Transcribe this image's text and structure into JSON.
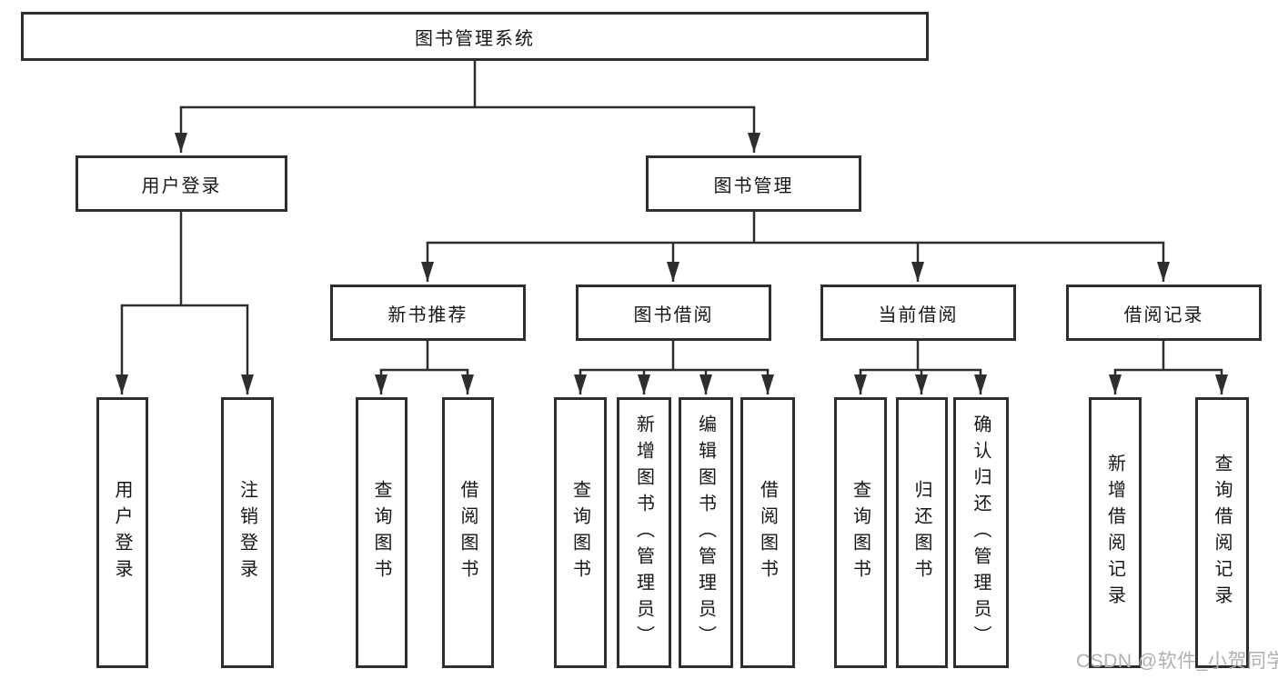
{
  "colors": {
    "line": "#2e2e2e",
    "box_border": "#2e2e2e",
    "text": "#161616",
    "watermark": "#b0b0b0",
    "background": "#ffffff"
  },
  "watermark": {
    "text": "CSDN @软件_小贺同学"
  },
  "tree": {
    "label": "图书管理系统",
    "children": [
      {
        "label": "用户登录",
        "children": [
          {
            "label": "用户登录"
          },
          {
            "label": "注销登录"
          }
        ]
      },
      {
        "label": "图书管理",
        "children": [
          {
            "label": "新书推荐",
            "children": [
              {
                "label": "查询图书"
              },
              {
                "label": "借阅图书"
              }
            ]
          },
          {
            "label": "图书借阅",
            "children": [
              {
                "label": "查询图书"
              },
              {
                "label": "新增图书（管理员）"
              },
              {
                "label": "编辑图书（管理员）"
              },
              {
                "label": "借阅图书"
              }
            ]
          },
          {
            "label": "当前借阅",
            "children": [
              {
                "label": "查询图书"
              },
              {
                "label": "归还图书"
              },
              {
                "label": "确认归还（管理员）"
              }
            ]
          },
          {
            "label": "借阅记录",
            "children": [
              {
                "label": "新增借阅记录"
              },
              {
                "label": "查询借阅记录"
              }
            ]
          }
        ]
      }
    ]
  }
}
